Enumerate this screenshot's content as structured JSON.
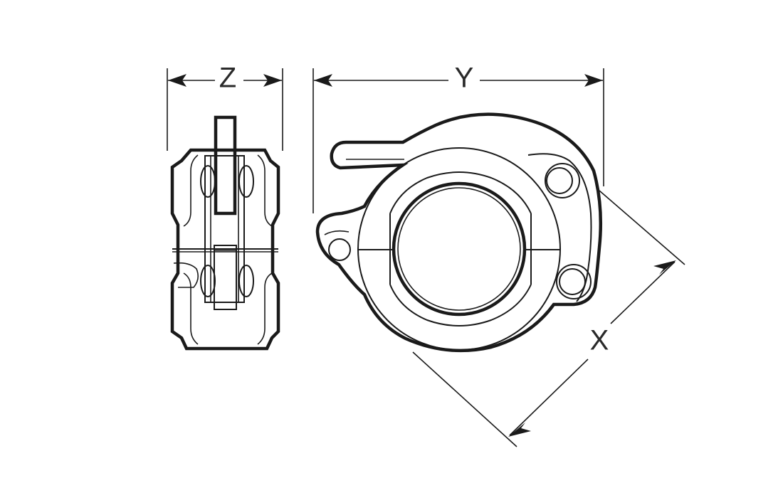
{
  "dimensions": {
    "z_label": "Z",
    "y_label": "Y",
    "x_label": "X"
  },
  "colors": {
    "line": "#1a1a1a",
    "background": "#ffffff"
  }
}
